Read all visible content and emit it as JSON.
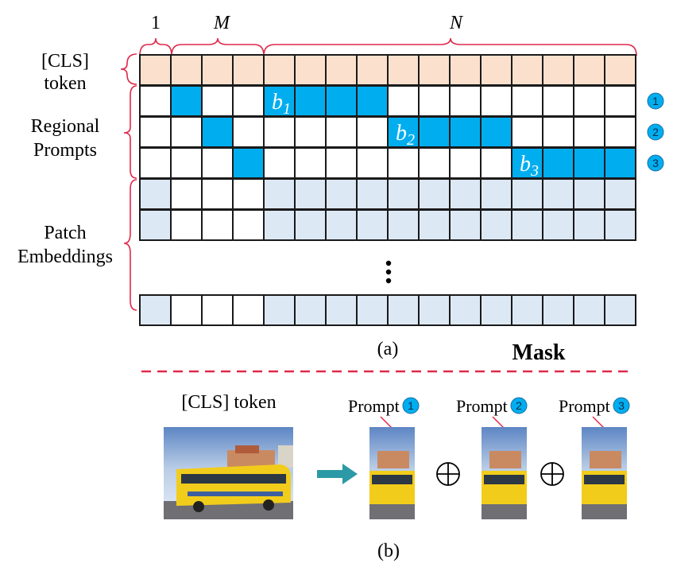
{
  "colors": {
    "cls_row": "#fbe1cd",
    "prompt_blue": "#00aeef",
    "patch_row": "#dde8f5",
    "white": "#ffffff",
    "brace": "#e0284a",
    "divider": "#e0284a",
    "arrow": "#2b9aa6",
    "circle_fill": "#00aeef"
  },
  "header": {
    "col_one": "1",
    "col_m": "M",
    "col_n": "N"
  },
  "left_labels": {
    "cls_line1": "[CLS]",
    "cls_line2": "token",
    "regional_line1": "Regional",
    "regional_line2": "Prompts",
    "patch_line1": "Patch",
    "patch_line2": "Embeddings"
  },
  "grid": {
    "prompt_cells": [
      {
        "row": 1,
        "m_col": 1,
        "b_start": 4,
        "b_end": 7
      },
      {
        "row": 2,
        "m_col": 2,
        "b_start": 8,
        "b_end": 11
      },
      {
        "row": 3,
        "m_col": 3,
        "b_start": 12,
        "b_end": 15
      }
    ]
  },
  "b_labels": [
    {
      "base": "b",
      "sub": "1"
    },
    {
      "base": "b",
      "sub": "2"
    },
    {
      "base": "b",
      "sub": "3"
    }
  ],
  "row_markers": [
    "1",
    "2",
    "3"
  ],
  "caption_a": "(a)",
  "mask_label": "Mask",
  "bottom": {
    "cls_token_label": "[CLS] token",
    "prompt_word": "Prompt",
    "prompt_numbers": [
      "1",
      "2",
      "3"
    ],
    "caption_b": "(b)"
  }
}
